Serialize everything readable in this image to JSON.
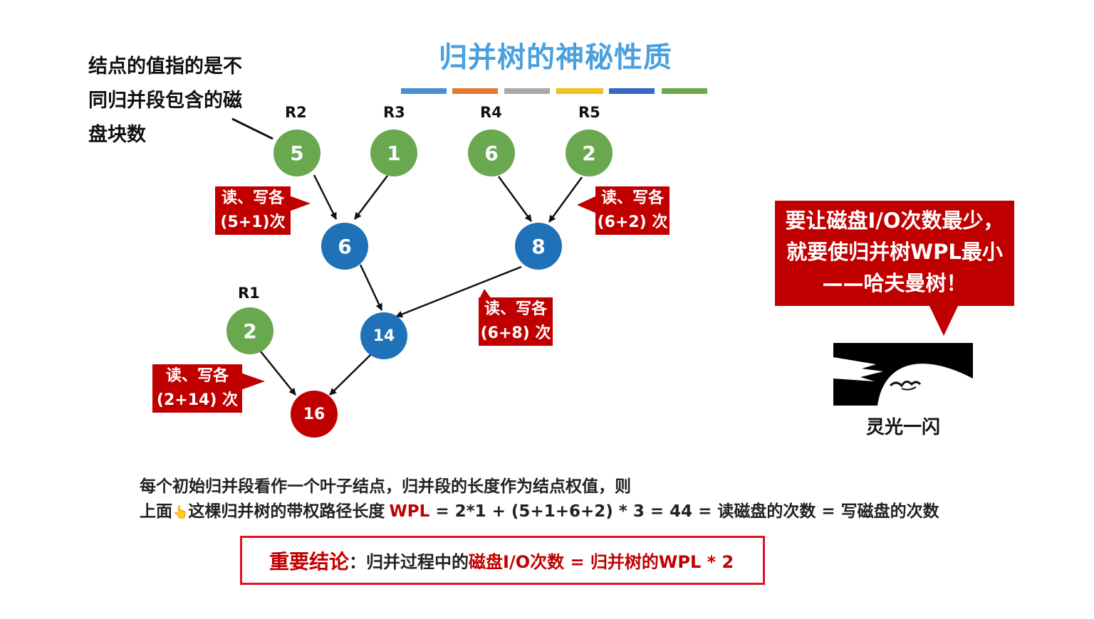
{
  "title": "归并树的神秘性质",
  "note_lines": [
    "结点的值指的是不",
    "同归并段包含的磁",
    "盘块数"
  ],
  "run_labels": {
    "r1": "R1",
    "r2": "R2",
    "r3": "R3",
    "r4": "R4",
    "r5": "R5"
  },
  "nodes": {
    "leaf_r2": "5",
    "leaf_r3": "1",
    "leaf_r4": "6",
    "leaf_r5": "2",
    "leaf_r1": "2",
    "merge_6": "6",
    "merge_8": "8",
    "merge_14": "14",
    "root_16": "16"
  },
  "rw_labels": {
    "a": {
      "line1": "读、写各",
      "line2": "(5+1)次"
    },
    "b": {
      "line1": "读、写各",
      "line2": "(6+2) 次"
    },
    "c": {
      "line1": "读、写各",
      "line2": "(6+8) 次"
    },
    "d": {
      "line1": "读、写各",
      "line2": "(2+14) 次"
    }
  },
  "callout_lines": [
    "要让磁盘I/O次数最少，",
    "就要使归并树WPL最小",
    "——哈夫曼树！"
  ],
  "image_caption": "灵光一闪",
  "para": {
    "line1": "每个初始归并段看作一个叶子结点，归并段的长度作为结点权值，则",
    "line2_pre": "上面",
    "line2_hand": "👆",
    "line2_mid": "这棵归并树的带权路径长度",
    "line2_wpl": "WPL",
    "line2_eq": " =  2*1 + (5+1+6+2) * 3 =  44   = 读磁盘的次数 = 写磁盘的次数"
  },
  "conclusion": {
    "label": "重要结论",
    "colon": "：",
    "part1": "归并过程中的",
    "part2": "磁盘I/O次数 = 归并树的WPL * 2"
  },
  "colors": {
    "title": "#4a9fdf",
    "leaf": "#6aa84f",
    "merge": "#1f71b8",
    "root": "#c00000",
    "callout": "#c00000",
    "border": "#e01020",
    "bar": [
      "#4a8fd0",
      "#e07a30",
      "#a8a8a8",
      "#f2c020",
      "#3a66c4",
      "#6aaa48"
    ]
  }
}
